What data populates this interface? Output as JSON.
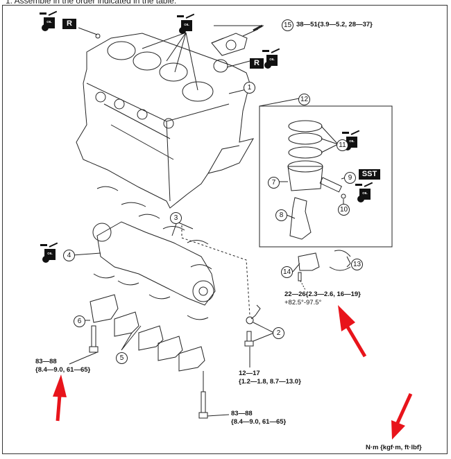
{
  "caption": "1. Assemble in the order indicated in the table.",
  "badges": {
    "r_top_left": "R",
    "r_right": "R",
    "sst": "SST",
    "oil_text": "OIL"
  },
  "callouts": {
    "c1": "1",
    "c2": "2",
    "c3": "3",
    "c4": "4",
    "c5": "5",
    "c6": "6",
    "c7": "7",
    "c8": "8",
    "c9": "9",
    "c10": "10",
    "c11": "11",
    "c12": "12",
    "c13": "13",
    "c14": "14",
    "c15": "15"
  },
  "torque_specs": {
    "part15": "38—51{3.9—5.2, 28—37}",
    "part14_line1": "22—26{2.3—2.6, 16—19}",
    "part14_line2": "+82.5°-97.5°",
    "part6_line1": "83—88",
    "part6_line2": "{8.4—9.0, 61—65}",
    "part2_line1": "12—17",
    "part2_line2": "{1.2—1.8, 8.7—13.0}",
    "partcap_line1": "83—88",
    "partcap_line2": "{8.4—9.0, 61—65}",
    "units": "N·m {kgf·m, ft·lbf}"
  },
  "colors": {
    "annotation_arrow": "#e8141b",
    "line_art": "#222222"
  }
}
